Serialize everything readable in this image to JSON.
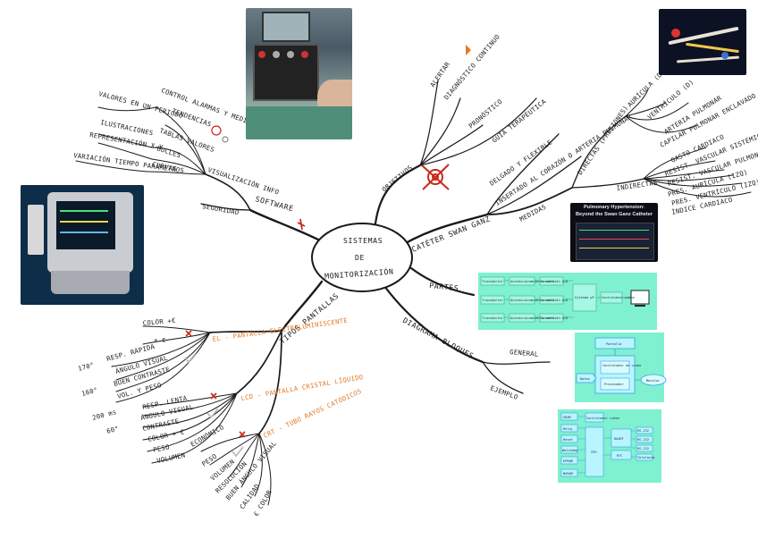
{
  "center": {
    "line1": "SISTEMAS",
    "line2": "DE",
    "line3": "MONITORIZACIÓN"
  },
  "branches": {
    "objetivos": {
      "label": "OBJETIVOS",
      "items": [
        "ALERTAR",
        "DIAGNÓSTICO CONTINUO",
        "PRONÓSTICO",
        "GUÍA TERAPÉUTICA"
      ]
    },
    "cateter": {
      "label": "CATÉTER SWAN GANZ",
      "items": [
        "DELGADO Y FLEXIBLE",
        "INSERTADO AL CORAZÓN O ARTERIA PULMONAR"
      ],
      "medidas": {
        "label": "MEDIDAS",
        "directas": {
          "label": "DIRECTAS (PRESIONES)",
          "items": [
            "AURÍCULA (D)",
            "VENTRÍCULO (D)",
            "ARTERIA PULMONAR",
            "CAPILAR PULMONAR ENCLAVADO"
          ]
        },
        "indirectas": {
          "label": "INDIRECTAS",
          "items": [
            "GASTO CARDIACO",
            "RESIST. VASCULAR SISTÉMICA",
            "RESIST. VASCULAR PULMONAR",
            "PRES. AURÍCULA (IZQ)",
            "PRES. VENTRÍCULO (IZQ)",
            "ÍNDICE CARDIACO"
          ]
        }
      },
      "slide_title": "Pulmonary Hypertension:",
      "slide_subtitle": "Beyond the Swan Ganz Catheter"
    },
    "software": {
      "label": "SOFTWARE",
      "seguridad": "SEGURIDAD",
      "visualizacion": {
        "label": "VISUALIZACIÓN INFO",
        "items": [
          "CONTROL ALARMAS Y MEDIDAS",
          "TENDENCIAS",
          "VALORES EN UN PERIODO",
          "TABLAS VALORES",
          "ILUSTRACIONES",
          "BUCLES",
          "REPRESENTACIÓN X-Y",
          "CURVAS",
          "VARIACIÓN TIEMPO PARÁMETROS"
        ]
      }
    },
    "partes": {
      "label": "PARTES"
    },
    "diagrama": {
      "label": "DIAGRAMA BLOQUES",
      "items": [
        "GENERAL",
        "EJEMPLO"
      ]
    },
    "pantallas": {
      "label": "TIPOS PANTALLAS",
      "el": {
        "label": "EL - PANTALLA ELECTROLUMINISCENTE",
        "items": [
          "COLOR +€",
          "+ €",
          "RESP. RÁPIDA",
          "ÁNGULO VISUAL",
          "BUEN CONTRASTE",
          "VOL. Y PESO"
        ],
        "angles": [
          "170°",
          "160°"
        ]
      },
      "lcd": {
        "label": "LCD - PANTALLA CRISTAL LÍQUIDO",
        "items": [
          "RESP. LENTA",
          "ÁNGULO VISUAL",
          "CONTRASTE",
          "COLOR + €",
          "PESO",
          "VOLUMEN"
        ],
        "angle": "200 ms",
        "angle2": "60°"
      },
      "crt": {
        "label": "CRT - TUBO RAYOS CATÓDICOS",
        "items": [
          "ECONÓMICO",
          "PESO",
          "VOLUMEN",
          "RESOLUCIÓN",
          "BUEN ÁNGULO VISUAL",
          "CALIDAD",
          "€ COLOR"
        ]
      }
    }
  },
  "block_diagram_1": {
    "rows": [
      [
        "Transductor",
        "Acondicionamiento señal",
        "Conversión A/D"
      ],
      [
        "Transductor",
        "Acondicionamiento señal",
        "Conversión A/D"
      ],
      [
        "Transductor",
        "Acondicionamiento señal",
        "Conversión A/D"
      ]
    ],
    "mid": "Sistema µP",
    "right": "Controlador video"
  },
  "block_diagram_2": {
    "top": "Pantalla",
    "mid": "Controlador de video",
    "bottom": "Procesador",
    "left": "Datos",
    "right": "Monitor"
  },
  "block_diagram_3": {
    "left": [
      "SRAM",
      "Reloj",
      "Reset",
      "Watchdog",
      "EPROM",
      "NVRAM"
    ],
    "top": "Controlador video",
    "cpu": "CPU",
    "duart": "DUART",
    "rtc": "RTC",
    "right": [
      "RS-232",
      "RS-232",
      "RS-232",
      "Telefonía"
    ]
  },
  "colors": {
    "ink": "#1a1a1a",
    "accent_red": "#c8281e",
    "accent_orange": "#e07a2a",
    "block_fill": "#7ff0d0",
    "block_blue": "#3aa0e0"
  }
}
